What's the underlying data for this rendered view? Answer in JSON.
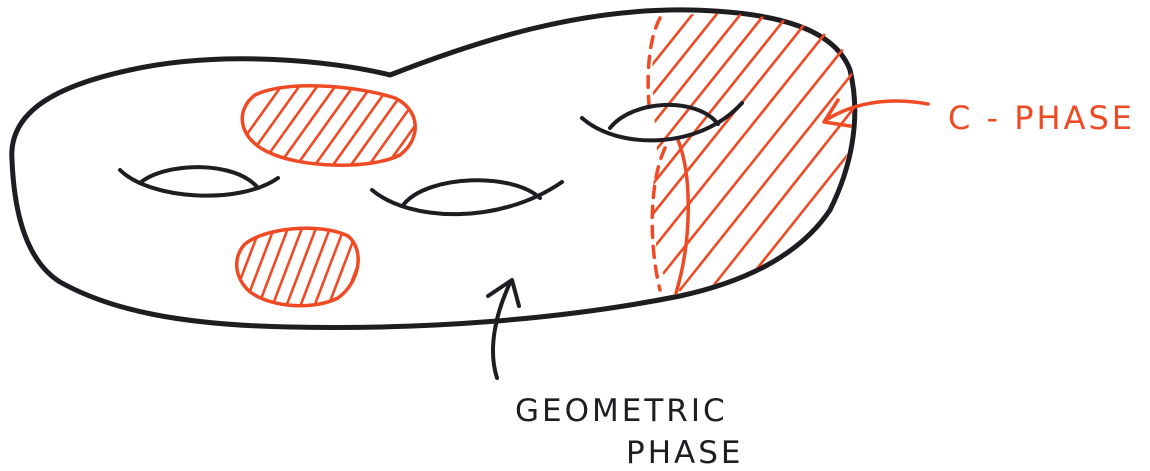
{
  "labels": {
    "c_phase": "C - PHASE",
    "geometric_line1": "GEOMETRIC",
    "geometric_line2": "PHASE"
  },
  "colors": {
    "ink": "#1e1e22",
    "accent": "#ef4a24"
  },
  "figure": {
    "genus": 3,
    "regions": [
      "c-phase-disk-upper",
      "c-phase-disk-lower",
      "c-phase-band"
    ]
  }
}
